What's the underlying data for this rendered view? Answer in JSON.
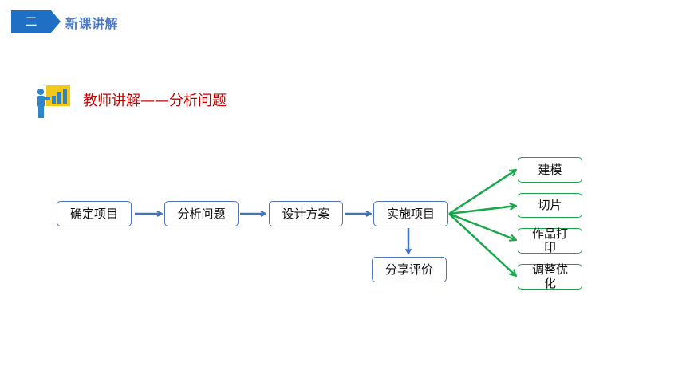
{
  "header": {
    "section_number": "二",
    "section_title": "新课讲解"
  },
  "heading": "教师讲解——分析问题",
  "flow": {
    "steps": [
      "确定项目",
      "分析问题",
      "设计方案",
      "实施项目"
    ],
    "evaluation": "分享评价",
    "outcomes": [
      "建模",
      "切片",
      "作品打印",
      "调整优化"
    ]
  },
  "colors": {
    "accent_blue": "#1f6fc5",
    "node_border_blue": "#4f74b8",
    "arrow_blue": "#4472c4",
    "outcome_green": "#18a84a",
    "heading_red": "#c00000"
  }
}
